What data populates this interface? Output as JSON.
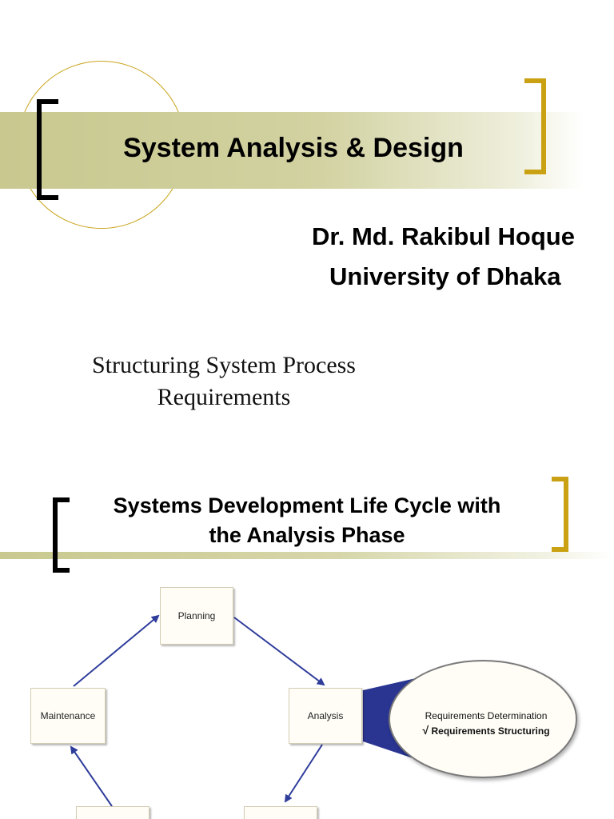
{
  "slide1": {
    "title": "System Analysis & Design",
    "author": "Dr. Md. Rakibul Hoque",
    "affiliation": "University of Dhaka",
    "subtitle_line1": "Structuring System Process",
    "subtitle_line2": "Requirements"
  },
  "slide2": {
    "title_line1": "Systems Development Life Cycle with",
    "title_line2": "the Analysis Phase",
    "diagram": {
      "planning": "Planning",
      "analysis": "Analysis",
      "maintenance": "Maintenance",
      "detail_item1": "Requirements Determination",
      "detail_check": "√",
      "detail_item2": "Requirements Structuring"
    }
  },
  "colors": {
    "band": "#c8c88f",
    "bracket_gold": "#c9a112",
    "bracket_black": "#000000",
    "arrow_blue": "#2e3c9a"
  }
}
